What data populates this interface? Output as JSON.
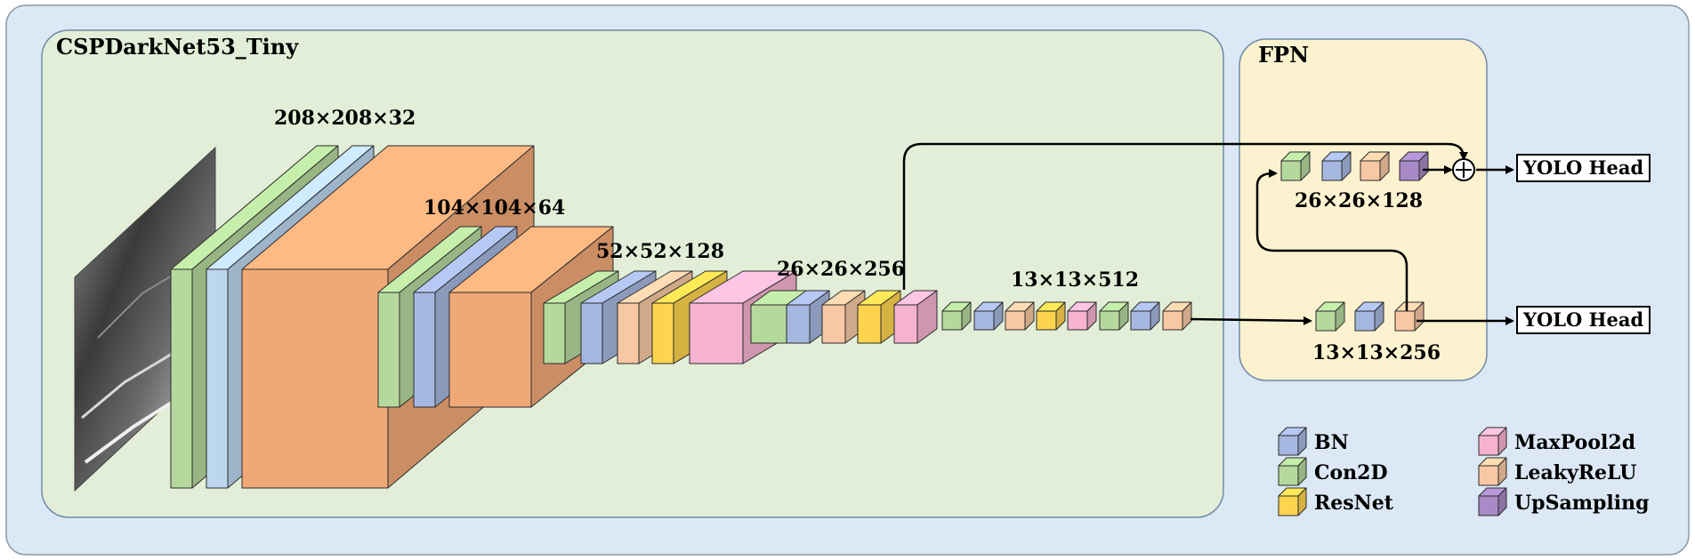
{
  "panels": {
    "backbone_title": "CSPDarkNet53_Tiny",
    "fpn_title": "FPN"
  },
  "dimensions": {
    "d208": "208×208×32",
    "d104": "104×104×64",
    "d52": "52×52×128",
    "d26": "26×26×256",
    "d13": "13×13×512",
    "fpn_top": "26×26×128",
    "fpn_bottom": "13×13×256"
  },
  "heads": {
    "top": "YOLO Head",
    "bottom": "YOLO Head"
  },
  "legend": {
    "bn": "BN",
    "conv": "Con2D",
    "resnet": "ResNet",
    "maxpool": "MaxPool2d",
    "leaky": "LeakyReLU",
    "upsampling": "UpSampling"
  },
  "colors": {
    "outer_bg": "#dce8f5",
    "backbone_bg": "#e2eed7",
    "fpn_bg": "#fcf2cf",
    "conv": "#b5d99c",
    "bn_light": "#bcd6ef",
    "bn": "#a5b7df",
    "leaky": "#f8c8a4",
    "leaky_dark": "#f1a877",
    "resnet": "#fed44f",
    "maxpool": "#f6b3cf",
    "upsampling": "#a78ac6"
  }
}
